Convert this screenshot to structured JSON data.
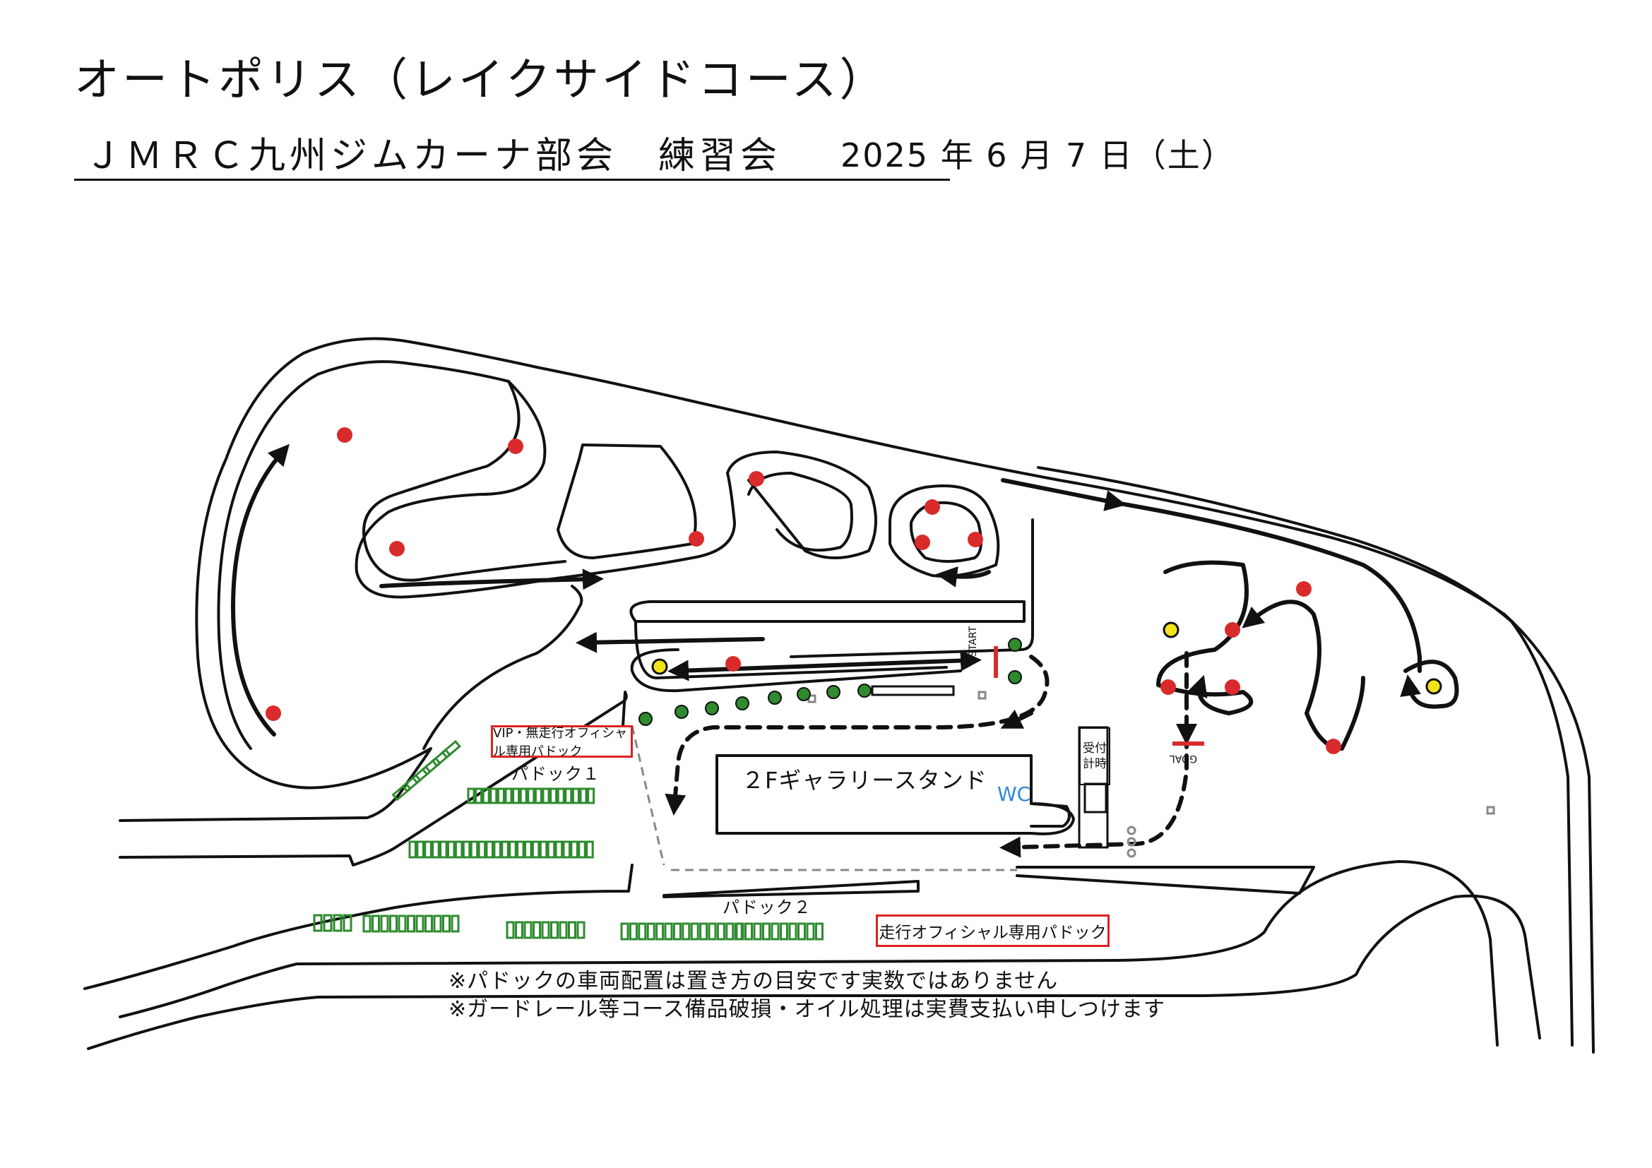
{
  "header": {
    "title": "オートポリス（レイクサイドコース）",
    "subtitle": "ＪＭＲＣ九州ジムカーナ部会　練習会",
    "date": "2025 年 6 月 7 日（土）"
  },
  "map": {
    "labels": {
      "vip_paddock": "VIP・無走行オフィシャル専用パドック",
      "paddock_1": "パドック１",
      "paddock_2": "パドック２",
      "official_paddock": "走行オフィシャル専用パドック",
      "gallery_stand": "２Fギャラリースタンド",
      "wc": "WC",
      "reception_line1": "受付",
      "reception_line2": "計時",
      "start": "START",
      "goal": "GOAL"
    },
    "colors": {
      "pylon_red": "#d92b2b",
      "pylon_yellow": "#f2e21c",
      "pylon_green": "#2e8b2e",
      "paddock_slot": "#2e8b2e",
      "label_border": "#dd2222",
      "wc_text": "#2e86d9"
    }
  },
  "notes": [
    "※パドックの車両配置は置き方の目安です実数ではありません",
    "※ガードレール等コース備品破損・オイル処理は実費支払い申しつけます"
  ]
}
